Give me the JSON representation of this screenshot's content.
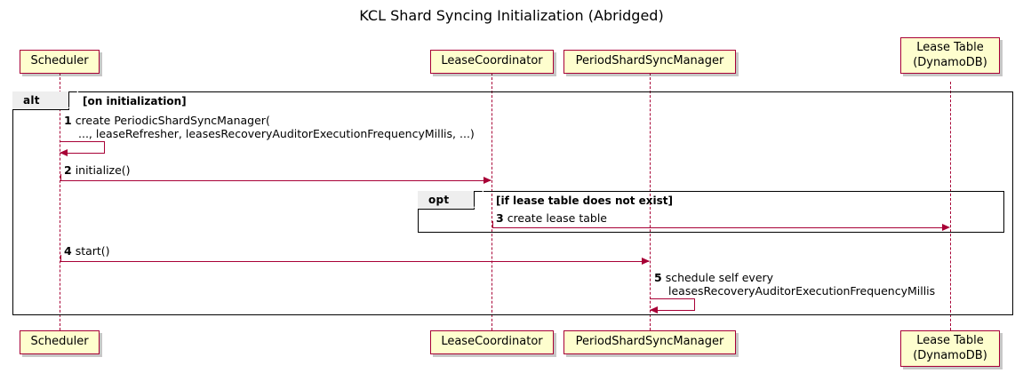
{
  "diagram": {
    "title": "KCL Shard Syncing Initialization (Abridged)",
    "type": "sequence-diagram",
    "colors": {
      "line": "#A80036",
      "participant_fill": "#FEFECE",
      "frame_border": "#000000",
      "frame_label_fill": "#EEEEEE",
      "background": "#FFFFFF"
    }
  },
  "participants": [
    {
      "id": "scheduler",
      "label": "Scheduler",
      "label_line2": ""
    },
    {
      "id": "lease-coordinator",
      "label": "LeaseCoordinator",
      "label_line2": ""
    },
    {
      "id": "period-shard-sync-manager",
      "label": "PeriodShardSyncManager",
      "label_line2": ""
    },
    {
      "id": "lease-table",
      "label": "Lease Table",
      "label_line2": "(DynamoDB)"
    }
  ],
  "fragments": [
    {
      "id": "alt",
      "keyword": "alt",
      "guard": "[on initialization]"
    },
    {
      "id": "opt",
      "keyword": "opt",
      "guard": "[if lease table does not exist]"
    }
  ],
  "messages": [
    {
      "number": "1",
      "from": "scheduler",
      "to": "scheduler",
      "self": true,
      "text_line1": "create PeriodicShardSyncManager(",
      "text_line2": "..., leaseRefresher, leasesRecoveryAuditorExecutionFrequencyMillis, ...)"
    },
    {
      "number": "2",
      "from": "scheduler",
      "to": "lease-coordinator",
      "self": false,
      "text_line1": "initialize()",
      "text_line2": ""
    },
    {
      "number": "3",
      "from": "lease-coordinator",
      "to": "lease-table",
      "self": false,
      "text_line1": "create lease table",
      "text_line2": ""
    },
    {
      "number": "4",
      "from": "scheduler",
      "to": "period-shard-sync-manager",
      "self": false,
      "text_line1": "start()",
      "text_line2": ""
    },
    {
      "number": "5",
      "from": "period-shard-sync-manager",
      "to": "period-shard-sync-manager",
      "self": true,
      "text_line1": "schedule self every",
      "text_line2": "leasesRecoveryAuditorExecutionFrequencyMillis"
    }
  ]
}
